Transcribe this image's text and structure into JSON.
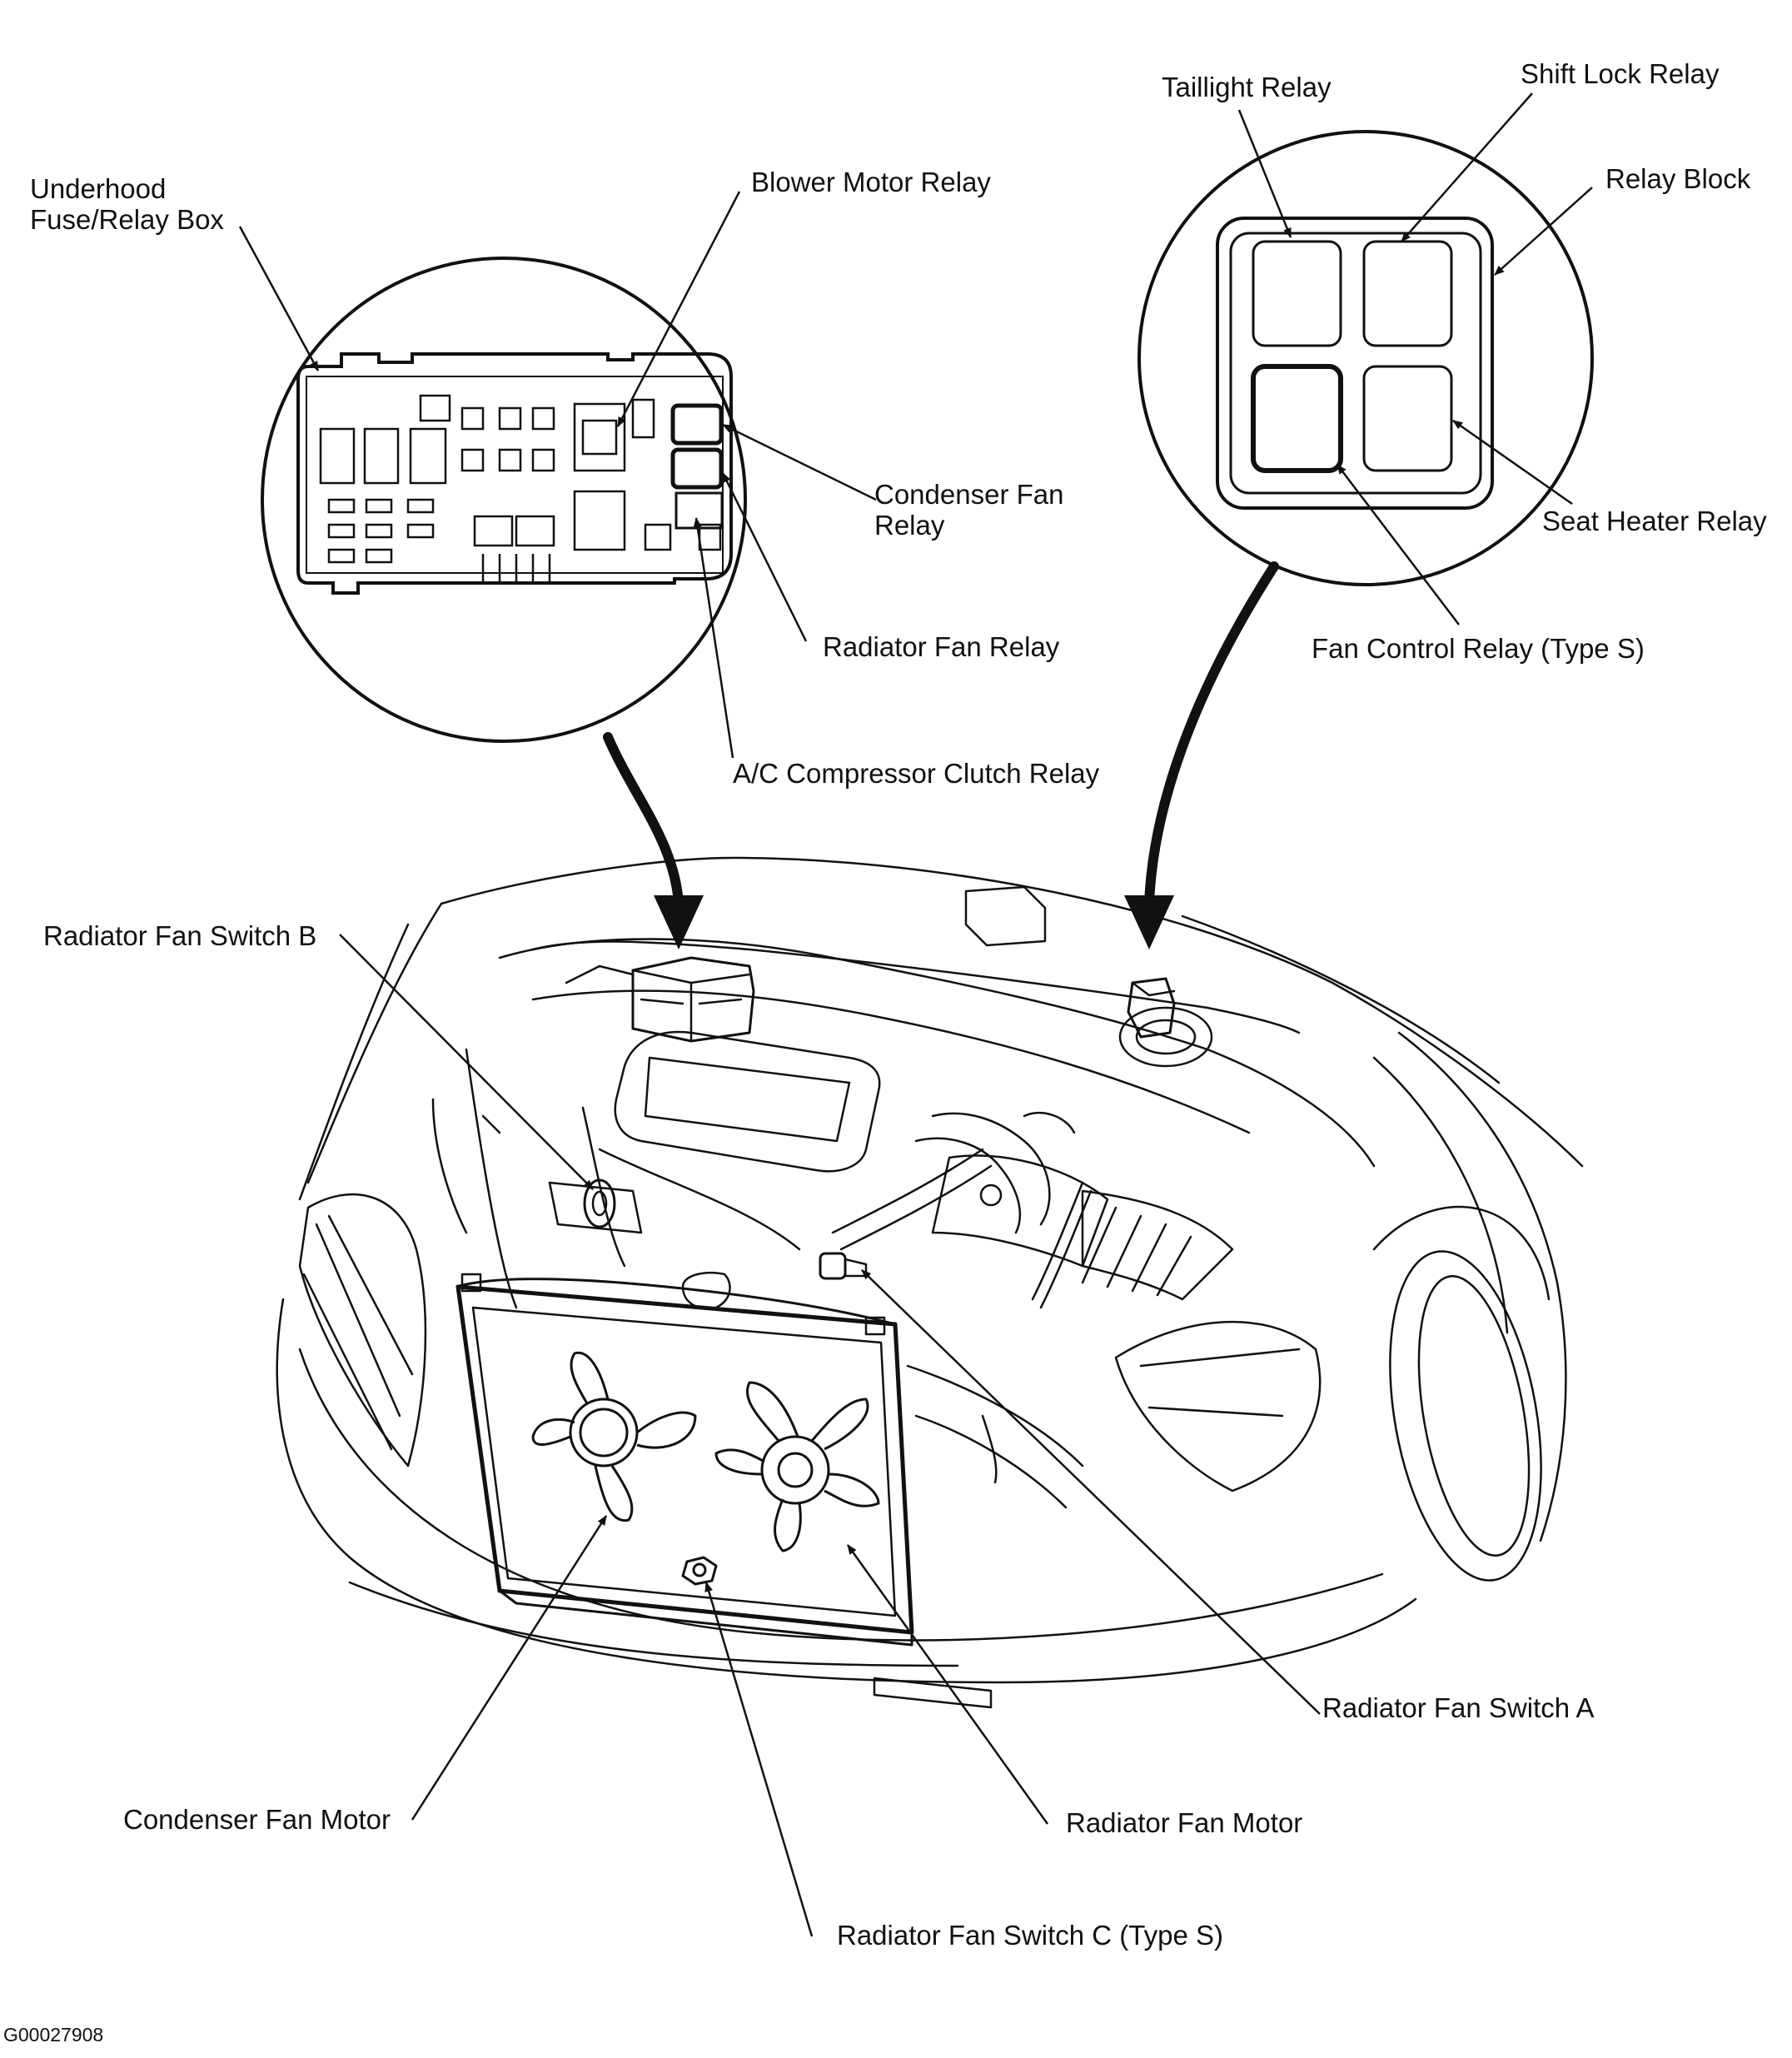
{
  "figure_id": "G00027908",
  "callouts": {
    "underhood_box": [
      "Underhood",
      "Fuse/Relay Box"
    ],
    "blower_motor_relay": "Blower Motor Relay",
    "condenser_fan_relay": [
      "Condenser Fan",
      "Relay"
    ],
    "radiator_fan_relay": "Radiator Fan Relay",
    "ac_clutch_relay": "A/C Compressor Clutch Relay",
    "taillight_relay": "Taillight Relay",
    "shift_lock_relay": "Shift Lock Relay",
    "relay_block": "Relay Block",
    "seat_heater_relay": "Seat Heater Relay",
    "fan_control_relay": "Fan Control Relay (Type S)",
    "fan_switch_b": "Radiator Fan Switch B",
    "fan_switch_a": "Radiator Fan Switch A",
    "condenser_fan_motor": "Condenser Fan Motor",
    "radiator_fan_motor": "Radiator Fan Motor",
    "fan_switch_c": "Radiator Fan Switch C (Type S)"
  },
  "colors": {
    "ink": "#111111",
    "paper": "#ffffff"
  }
}
